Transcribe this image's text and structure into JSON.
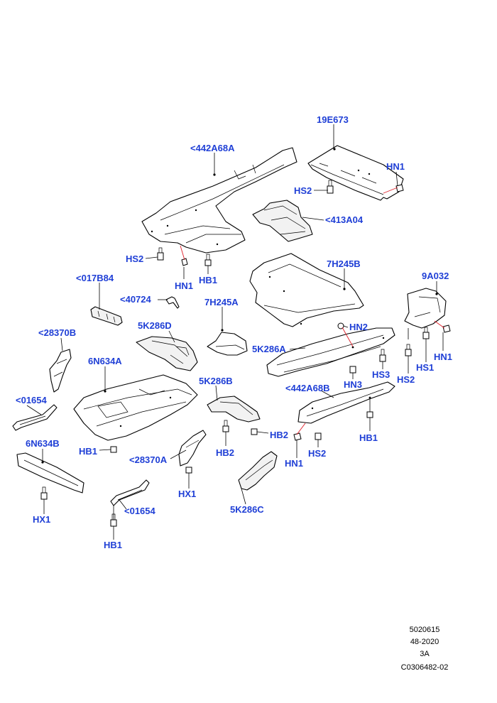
{
  "diagram": {
    "label_color": "#1f3fd6",
    "leader_color": "#000000",
    "highlight_leader_color": "#e0202a",
    "labels": {
      "p19e673": "19E673",
      "hn1_a": "HN1",
      "p442a68a": "<442A68A",
      "hs2_a": "HS2",
      "p413a04": "<413A04",
      "hs2_b": "HS2",
      "hn1_b": "HN1",
      "hb1_a": "HB1",
      "p7h245b": "7H245B",
      "p9a032": "9A032",
      "p017b84": "<017B84",
      "p40724": "<40724",
      "p7h245a": "7H245A",
      "hn2": "HN2",
      "hn1_c": "HN1",
      "p5k286d": "5K286D",
      "p28370b": "<28370B",
      "p5k286a": "5K286A",
      "hs1": "HS1",
      "p6n634a": "6N634A",
      "hs3": "HS3",
      "hs2_c": "HS2",
      "hn3": "HN3",
      "p5k286b": "5K286B",
      "p442a68b": "<442A68B",
      "p01654_a": "<01654",
      "hb2_a": "HB2",
      "hb1_b": "HB1",
      "hb2_b": "HB2",
      "hb1_c": "HB1",
      "p6n634b": "6N634B",
      "p28370a": "<28370A",
      "hs2_d": "HS2",
      "hn1_d": "HN1",
      "hx1_a": "HX1",
      "p5k286c": "5K286C",
      "p01654_b": "<01654",
      "hx1_b": "HX1",
      "hb1_d": "HB1"
    },
    "footer": [
      "5020615",
      "48-2020",
      "3A",
      "C0306482-02"
    ]
  }
}
